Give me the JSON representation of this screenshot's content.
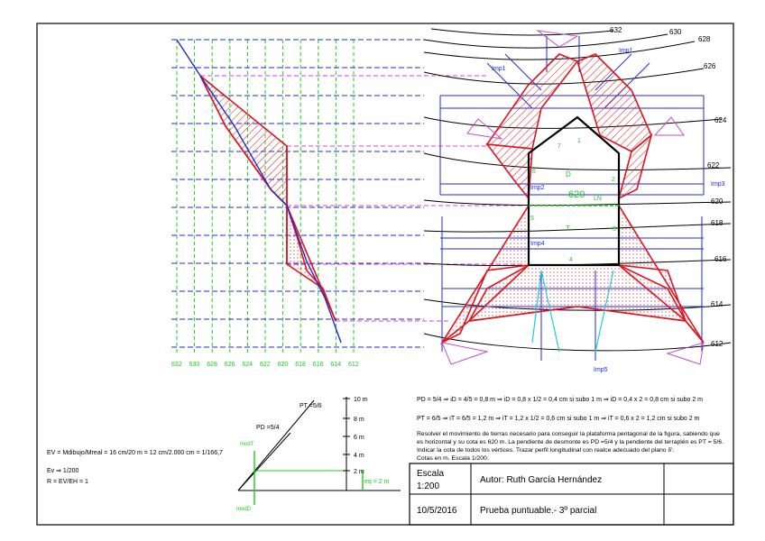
{
  "profile": {
    "axis_labels": [
      "632",
      "630",
      "628",
      "626",
      "624",
      "622",
      "620",
      "618",
      "616",
      "614",
      "612"
    ]
  },
  "contours": {
    "right_labels": [
      "632",
      "630",
      "628",
      "626",
      "624",
      "622",
      "620",
      "618",
      "616",
      "614",
      "612"
    ]
  },
  "platform": {
    "elevation": "620",
    "vertices": [
      "1",
      "2",
      "3",
      "4",
      "5",
      "6",
      "7"
    ],
    "zones": {
      "upper": "D",
      "lower": "T"
    },
    "ln_label": "LN",
    "slope_labels": [
      "Imp1",
      "Imp1",
      "Imp2",
      "Imp3",
      "Imp4",
      "Imp5"
    ]
  },
  "scales": {
    "pt_label": "PT =5/6",
    "pd_label": "PD =5/4",
    "ticks": [
      "10 m",
      "8 m",
      "6 m",
      "4 m",
      "2 m"
    ],
    "mod_t": "modT",
    "mod_d": "modD",
    "eq": "eq = 2 m"
  },
  "formulas": {
    "ev": "EV = Mdibujo/Mreal = 16 cm/20 m = 12 cm/2.000 cm = 1/166,7",
    "ev2": "Ev ⇒ 1/200",
    "r": "R = EV/EH = 1",
    "pd_line": "PD = 5/4 ⇒ iD = 4/5 = 0,8 m ⇒ iD = 0,8 x 1/2 = 0,4 cm si subo 1 m ⇒ iD = 0,4 x 2 = 0,8 cm si subo 2 m",
    "pt_line": "PT = 6/5 ⇒ iT = 6/5 = 1,2 m ⇒ iT = 1,2 x 1/2 = 0,6 cm si subo 1 m ⇒ iT = 0,6 x 2 = 1,2 cm si subo 2 m"
  },
  "statement": [
    "Resolver el movimiento de tierras necesario para conseguir la plataforma pentagonal de la figura, sabiendo que",
    "es horizontal y su cota es 620 m. La pendiente de desmonte es PD =5/4 y la pendiente del terraplén es PT = 5/6.",
    "Indicar la cota de todos los vértices. Trazar perfil longitudinal con realce adecuado del plano δ'.",
    "Cotas en m.    Escala 1/200."
  ],
  "title_block": {
    "scale_label": "Escala",
    "scale_value": "1:200",
    "author": "Autor: Ruth García Hernández",
    "date": "10/5/2016",
    "subject": "Prueba puntuable.- 3º parcial"
  },
  "colors": {
    "blue": "#1f2bd6",
    "green": "#1ccc1c",
    "red": "#e0141e",
    "magenta": "#e040d8",
    "cyan": "#1ad0e0",
    "pink": "#c050c0"
  }
}
